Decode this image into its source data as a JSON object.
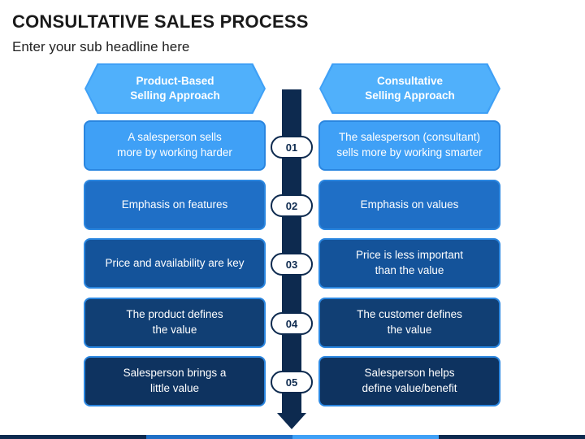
{
  "title": "CONSULTATIVE SALES PROCESS",
  "subtitle": "Enter your sub headline here",
  "headers": {
    "left": "Product-Based\nSelling Approach",
    "right": "Consultative\nSelling Approach"
  },
  "rows": [
    {
      "num": "01",
      "left": "A salesperson sells\nmore by working harder",
      "right": "The salesperson (consultant)\nsells more by working smarter",
      "color": "#3fa0f6"
    },
    {
      "num": "02",
      "left": "Emphasis on features",
      "right": "Emphasis on values",
      "color": "#1f6fc6"
    },
    {
      "num": "03",
      "left": "Price and availability are key",
      "right": "Price is less important\nthan the value",
      "color": "#14539a"
    },
    {
      "num": "04",
      "left": "The product defines\nthe value",
      "right": "The customer defines\nthe value",
      "color": "#113f74"
    },
    {
      "num": "05",
      "left": "Salesperson brings a\nlittle value",
      "right": "Salesperson helps\ndefine value/benefit",
      "color": "#0e3360"
    }
  ],
  "colors": {
    "header_fill": "#50b0fb",
    "timeline": "#0d2a4f",
    "bottom_bar": [
      "#0d2a4f",
      "#1f6fc6",
      "#3fa0f6",
      "#0d2a4f"
    ]
  }
}
